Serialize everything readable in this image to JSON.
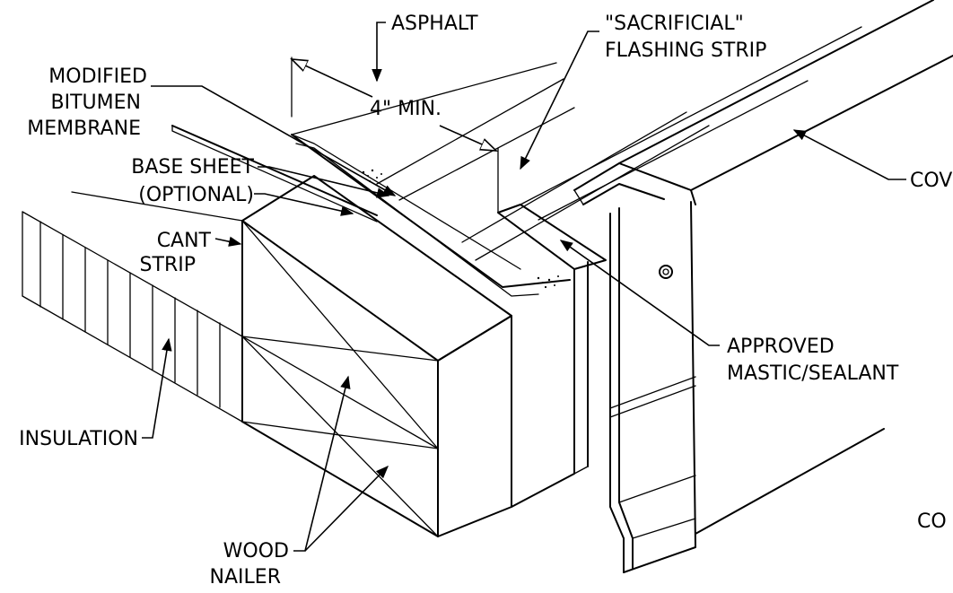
{
  "labels": {
    "asphalt": "ASPHALT",
    "sacrificial_1": "\"SACRIFICIAL\"",
    "sacrificial_2": "FLASHING STRIP",
    "modified_1": "MODIFIED",
    "modified_2": "BITUMEN",
    "modified_3": "MEMBRANE",
    "min": "4\" MIN.",
    "base_1": "BASE SHEET",
    "base_2": "(OPTIONAL)",
    "cover": "COVER",
    "cant_1": "CANT",
    "cant_2": "STRIP",
    "approved_1": "APPROVED",
    "approved_2": "MASTIC/SEALANT",
    "insulation": "INSULATION",
    "wood_1": "WOOD",
    "wood_2": "NAILER",
    "co": "CO"
  },
  "colors": {
    "ink": "#000000",
    "paper": "#ffffff"
  }
}
